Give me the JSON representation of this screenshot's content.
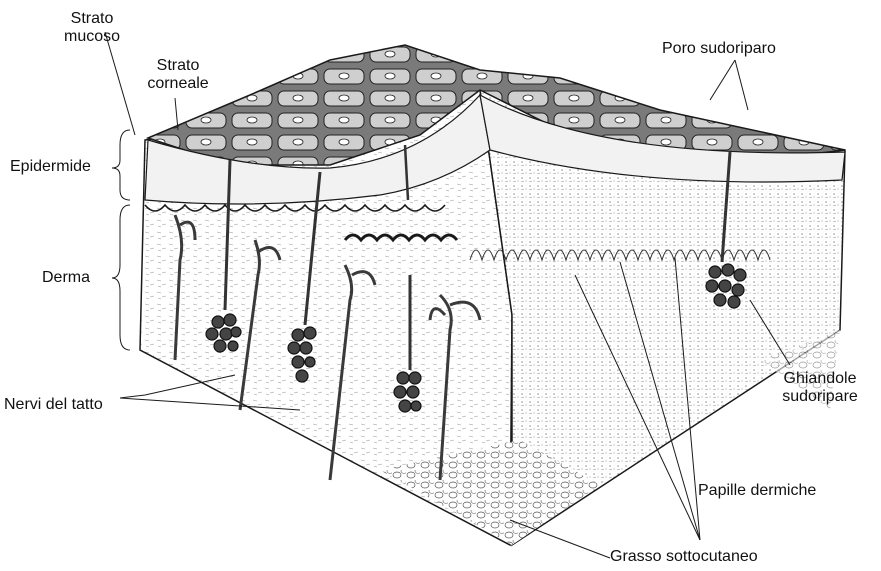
{
  "diagram": {
    "labels": {
      "strato_mucoso": [
        "Strato",
        "mucoso"
      ],
      "strato_corneale": [
        "Strato",
        "corneale"
      ],
      "epidermide": "Epidermide",
      "derma": "Derma",
      "nervi_del_tatto": "Nervi del tatto",
      "poro_sudoriparo": "Poro sudoriparo",
      "ghiandole_sudoripare": [
        "Ghiandole",
        "sudoripare"
      ],
      "papille_dermiche": "Papille dermiche",
      "grasso_sottocutaneo": "Grasso sottocutaneo"
    },
    "colors": {
      "ink": "#1a1a1a",
      "paper": "#ffffff",
      "dark_layer": "#5a5a5a"
    }
  }
}
